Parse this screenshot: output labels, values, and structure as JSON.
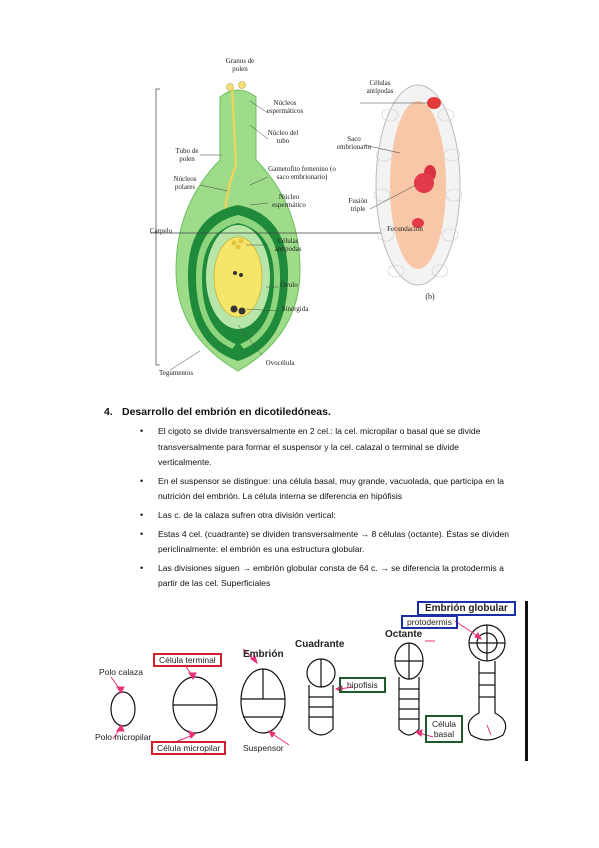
{
  "figure_a": {
    "labels": {
      "granos_polen": "Granos de polen",
      "nucleos_espermaticos": "Núcleos espermáticos",
      "nucleo_tubo": "Núcleo del tubo",
      "tubo_polen": "Tubo de polen",
      "nucleos_polares": "Núcleos polares",
      "gametofito": "Gametofito femenino (o saco embrionario)",
      "nucleo_espermatico": "Núcleo espermático",
      "carpelo": "Carpelo",
      "celulas_antipodas": "Células antípodas",
      "ovulo": "Óvulo",
      "sinergida": "Sinérgida",
      "tegumentos": "Tegumentos",
      "ovocelula": "Ovocélula"
    }
  },
  "figure_b": {
    "labels": {
      "celulas_antipodas": "Células antípodas",
      "saco_embrionario": "Saco embrionario",
      "fusion_triple": "Fusión triple",
      "fecundacion": "Fecundación",
      "panel_tag": "(b)"
    }
  },
  "section": {
    "number": "4.",
    "title": "Desarrollo del embrión en dicotiledóneas.",
    "bullets": [
      "El cigoto se divide transversalmente en 2 cel.: la cel. micropilar o basal que se divide transversalmente para formar el suspensor y  la cel. calazal o terminal se divide verticalmente.",
      "En el suspensor se distingue: una célula basal, muy grande, vacuolada, que participa en la nutrición del embrión. La célula interna se diferencia en hipófisis",
      " Las c. de la calaza sufren otra división vertical:",
      " Estas 4 cel. (cuadrante) se dividen transversalmente → 8 células (octante). Éstas se dividen periclinalmente: el embrión es una estructura globular.",
      "Las divisiones siguen → embrión globular consta de 64 c. → se diferencia la protodermis a partir de las cel. Superficiales"
    ],
    "bullet_symbol": "•"
  },
  "embryo_figure": {
    "polo_calaza": "Polo calaza",
    "polo_micropilar": "Polo micropilar",
    "celula_terminal": "Célula terminal",
    "celula_micropilar": "Célula micropilar",
    "embrion": "Embrión",
    "suspensor": "Suspensor",
    "cuadrante": "Cuadrante",
    "hipofisis": "hipofisis",
    "octante": "Octante",
    "protodermis": "protodermis",
    "embrion_globular": "Embrión globular",
    "celula_basal": "Célula basal"
  }
}
